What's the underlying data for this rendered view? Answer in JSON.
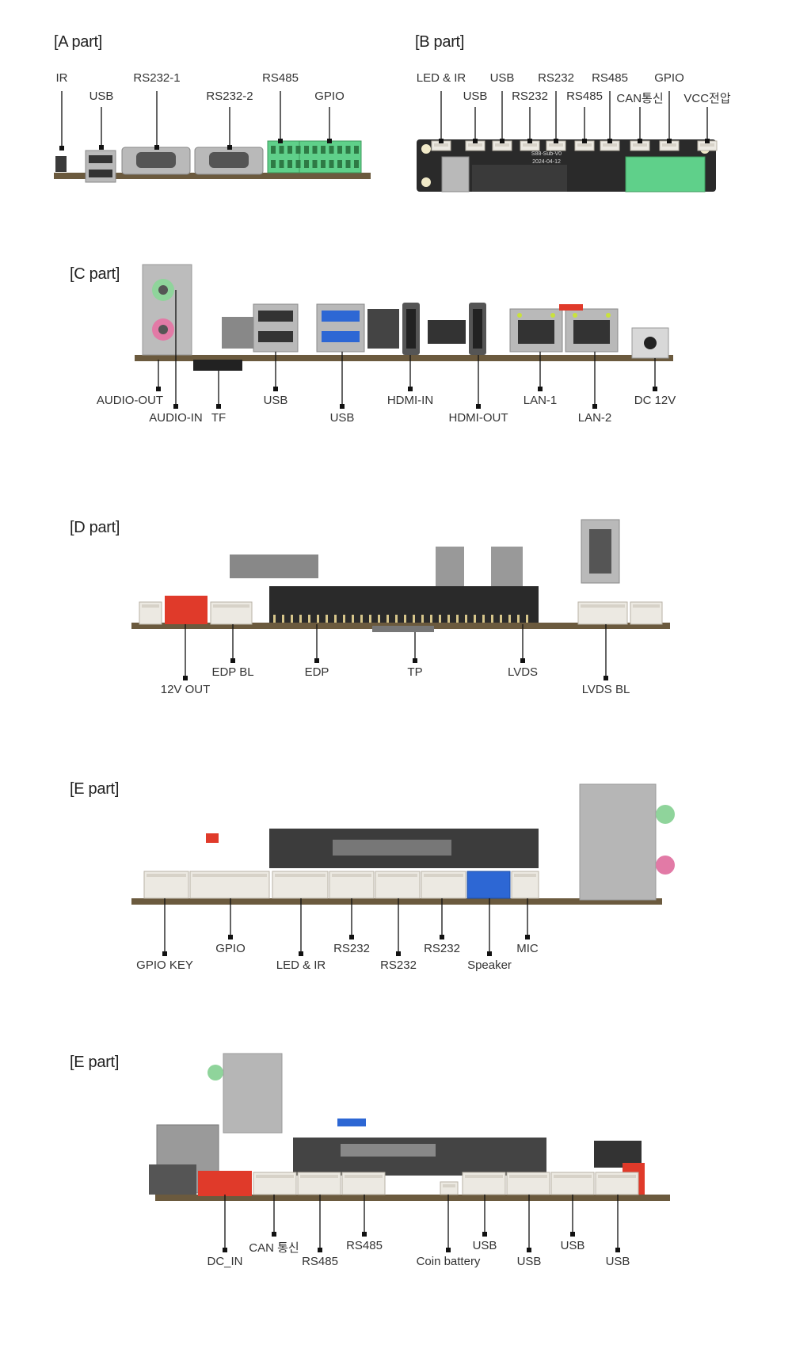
{
  "colors": {
    "pcb": "#6b5a3e",
    "pcb_dark": "#2a2a2a",
    "connector_white": "#ece9e2",
    "green_terminal": "#5fd08a",
    "metal": "#b9b9b9",
    "red": "#e03a2a",
    "blue": "#2d67d4",
    "audio_green": "#8fd49b",
    "audio_pink": "#e27aa6",
    "leader": "#111111"
  },
  "sections": [
    {
      "id": "a",
      "title": "[A part]",
      "labels": [
        {
          "text": "IR"
        },
        {
          "text": "USB"
        },
        {
          "text": "RS232-1"
        },
        {
          "text": "RS232-2"
        },
        {
          "text": "RS485"
        },
        {
          "text": "GPIO"
        }
      ]
    },
    {
      "id": "b",
      "title": "[B part]",
      "labels": [
        {
          "text": "LED & IR"
        },
        {
          "text": "USB"
        },
        {
          "text": "USB"
        },
        {
          "text": "RS232"
        },
        {
          "text": "RS232"
        },
        {
          "text": "RS485"
        },
        {
          "text": "RS485"
        },
        {
          "text": "CAN통신"
        },
        {
          "text": "GPIO"
        },
        {
          "text": "VCC전압"
        }
      ],
      "board_text": [
        "S88-Sub-V0",
        "2024-04-12"
      ]
    },
    {
      "id": "c",
      "title": "[C part]",
      "labels": [
        {
          "text": "AUDIO-OUT"
        },
        {
          "text": "AUDIO-IN"
        },
        {
          "text": "TF"
        },
        {
          "text": "USB"
        },
        {
          "text": "USB"
        },
        {
          "text": "HDMI-IN"
        },
        {
          "text": "HDMI-OUT"
        },
        {
          "text": "LAN-1"
        },
        {
          "text": "LAN-2"
        },
        {
          "text": "DC 12V"
        }
      ]
    },
    {
      "id": "d",
      "title": "[D part]",
      "labels": [
        {
          "text": "12V OUT"
        },
        {
          "text": "EDP BL"
        },
        {
          "text": "EDP"
        },
        {
          "text": "TP"
        },
        {
          "text": "LVDS"
        },
        {
          "text": "LVDS BL"
        }
      ]
    },
    {
      "id": "e1",
      "title": "[E part]",
      "labels": [
        {
          "text": "GPIO KEY"
        },
        {
          "text": "GPIO"
        },
        {
          "text": "LED & IR"
        },
        {
          "text": "RS232"
        },
        {
          "text": "RS232"
        },
        {
          "text": "RS232"
        },
        {
          "text": "Speaker"
        },
        {
          "text": "MIC"
        }
      ]
    },
    {
      "id": "e2",
      "title": "[E part]",
      "labels": [
        {
          "text": "DC_IN"
        },
        {
          "text": "CAN 통신"
        },
        {
          "text": "RS485"
        },
        {
          "text": "RS485"
        },
        {
          "text": "Coin battery"
        },
        {
          "text": "USB"
        },
        {
          "text": "USB"
        },
        {
          "text": "USB"
        },
        {
          "text": "USB"
        }
      ]
    }
  ]
}
